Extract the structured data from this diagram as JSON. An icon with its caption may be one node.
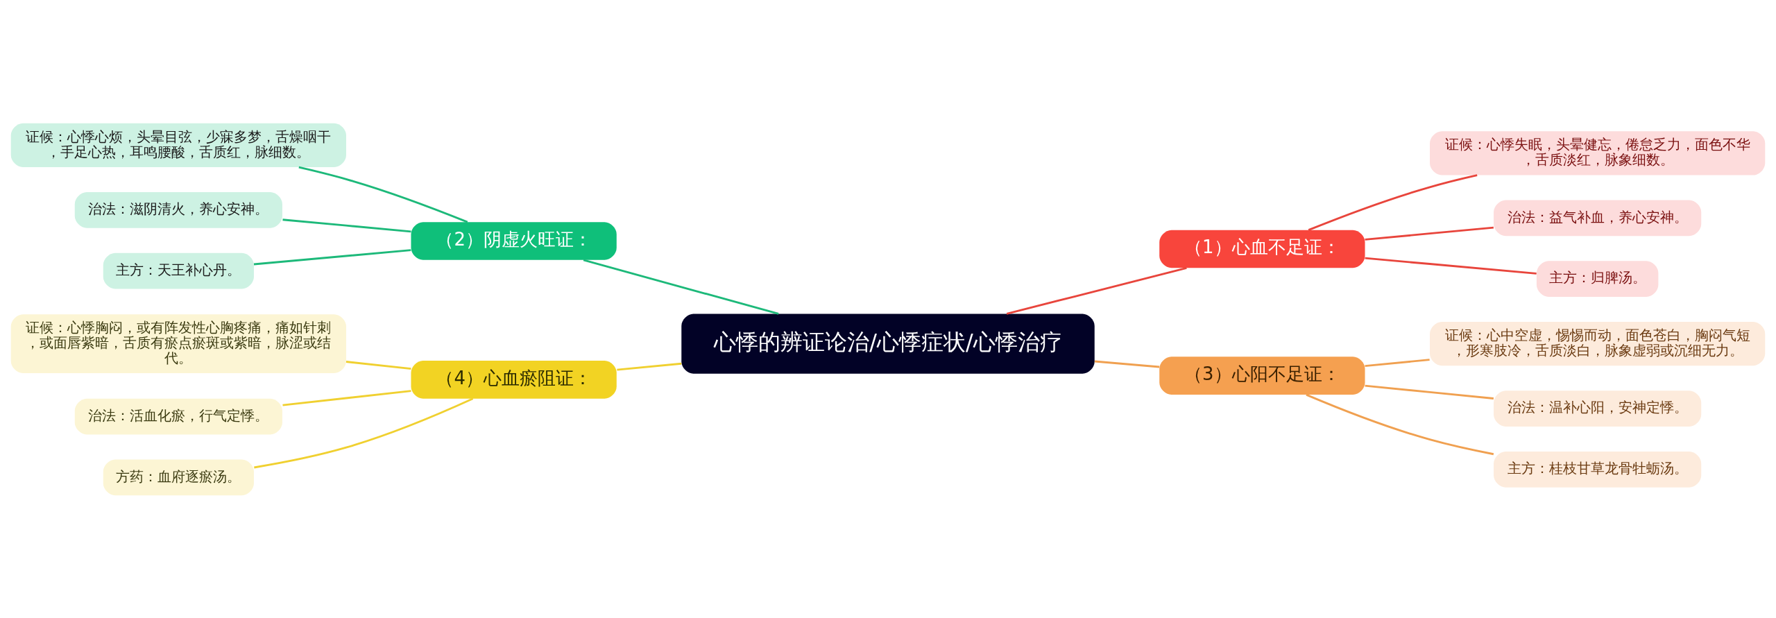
{
  "diagram": {
    "nodes": [
      {
        "text": [
          "心悸的辨证论治/心悸症状/心悸治疗"
        ]
      },
      {
        "text": [
          "（1）心血不足证："
        ]
      },
      {
        "text": [
          "证候：心悸失眠，头晕健忘，倦怠乏力，面色不华，舌质淡红，脉象细数。"
        ]
      },
      {
        "text": [
          "治法：益气补血，养心安神。"
        ]
      },
      {
        "text": [
          "主方：归脾汤。"
        ]
      },
      {
        "text": [
          "（2）阴虚火旺证："
        ]
      },
      {
        "text": [
          "证候：心悸心烦，头晕目弦，少寐多梦，舌燥咽干，手足心热，耳鸣腰酸，舌质红，脉细数。"
        ]
      },
      {
        "text": [
          "治法：滋阴清火，养心安神。"
        ]
      },
      {
        "text": [
          "主方：天王补心丹。"
        ]
      },
      {
        "text": [
          "（3）心阳不足证："
        ]
      },
      {
        "text": [
          "证候：心中空虚，惕惕而动，面色苍白，胸闷气短，形寒肢冷，舌质淡白，脉象虚弱或沉细无力。"
        ]
      },
      {
        "text": [
          "治法：温补心阳，安神定悸。"
        ]
      },
      {
        "text": [
          "主方：桂枝甘草龙骨牡蛎汤。"
        ]
      },
      {
        "text": [
          "（4）心血瘀阻证："
        ]
      },
      {
        "text": [
          "证候：心悸胸闷，或有阵发性心胸疼痛，痛如针刺，或面唇紫暗，舌质有瘀点瘀斑或紫暗，脉涩或结代。"
        ]
      },
      {
        "text": [
          "治法：活血化瘀，行气定悸。"
        ]
      },
      {
        "text": [
          "方药：血府逐瘀汤。"
        ]
      }
    ],
    "edges": [
      {
        "from": 0,
        "to": 1,
        "arrow": "none",
        "color": "#e8453c"
      },
      {
        "from": 1,
        "to": 2,
        "arrow": "none",
        "color": "#e8453c"
      },
      {
        "from": 1,
        "to": 3,
        "arrow": "none",
        "color": "#e8453c"
      },
      {
        "from": 1,
        "to": 4,
        "arrow": "none",
        "color": "#e8453c"
      },
      {
        "from": 0,
        "to": 5,
        "arrow": "none",
        "color": "#1db97a"
      },
      {
        "from": 5,
        "to": 6,
        "arrow": "none",
        "color": "#1db97a"
      },
      {
        "from": 5,
        "to": 7,
        "arrow": "none",
        "color": "#1db97a"
      },
      {
        "from": 5,
        "to": 8,
        "arrow": "none",
        "color": "#1db97a"
      },
      {
        "from": 0,
        "to": 9,
        "arrow": "none",
        "color": "#f0a050"
      },
      {
        "from": 9,
        "to": 10,
        "arrow": "none",
        "color": "#f0a050"
      },
      {
        "from": 9,
        "to": 11,
        "arrow": "none",
        "color": "#f0a050"
      },
      {
        "from": 9,
        "to": 12,
        "arrow": "none",
        "color": "#f0a050"
      },
      {
        "from": 0,
        "to": 13,
        "arrow": "none",
        "color": "#f0d030"
      },
      {
        "from": 13,
        "to": 14,
        "arrow": "none",
        "color": "#f0d030"
      },
      {
        "from": 13,
        "to": 15,
        "arrow": "none",
        "color": "#f0d030"
      },
      {
        "from": 13,
        "to": 16,
        "arrow": "none",
        "color": "#f0d030"
      }
    ]
  }
}
